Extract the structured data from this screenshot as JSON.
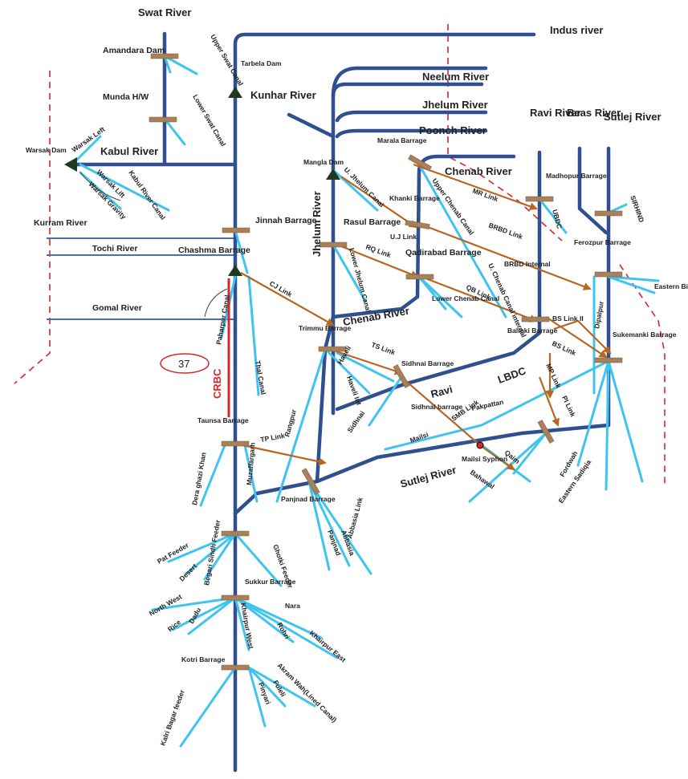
{
  "colors": {
    "river": "#2f4f8f",
    "canal": "#3ec4ee",
    "link": "#b9651f",
    "barrage": "#a8805a",
    "border": "#d8262b",
    "dam": "#1f3a1f"
  },
  "rivers": {
    "indus": "Indus river",
    "swat": "Swat River",
    "kunhar": "Kunhar River",
    "kabul": "Kabul River",
    "kurram": "Kurram River",
    "tochi": "Tochi River",
    "gomal": "Gomal River",
    "neelum": "Neelum River",
    "jhelum": "Jhelum River",
    "poonch": "Poonch River",
    "jhelum_vertical": "Jhelum River",
    "chenab": "Chenab River",
    "chenab_lower": "Chenab River",
    "ravi": "Ravi River",
    "beas": "Beas River",
    "sutlej": "Sutlej River",
    "ravi_lower": "Ravi",
    "sutlej_lower": "Sutlej River"
  },
  "structures": {
    "amandara": "Amandara Dam",
    "munda": "Munda H/W",
    "warsak_dam": "Warsak Dam",
    "tarbela": "Tarbela Dam",
    "jinnah": "Jinnah Barrage",
    "chashma": "Chashma Barrage",
    "mangla": "Mangla Dam",
    "marala": "Marala Barrage",
    "khanki": "Khanki Barrage",
    "rasul": "Rasul Barrage",
    "qadirabad": "Qadirabad Barrage",
    "madhopur": "Madhopur Barrage",
    "ferozpur": "Ferozpur Barrage",
    "trimmu": "Trimmu Barrage",
    "sidhnai": "Sidhnai Barrage",
    "sidhnai_lower": "Sidhnai barrage",
    "balloki": "Balloki Barrage",
    "sukemanki": "Sukemanki Barrage",
    "taunsa": "Taunsa Barrage",
    "panjnad": "Panjnad Barrage",
    "mailsi_syphon": "Mailsi Syphon",
    "sukkur": "Sukkur Barrage",
    "kotri": "Kotri Barrage"
  },
  "canals": {
    "upper_swat": "Upper Swat Canal",
    "lower_swat": "Lower Swat Canal",
    "warsak_left": "Warsak Left",
    "warsak_lift": "Warsak Lift",
    "warsak_gravity": "Warsak Gravity",
    "kabul_river_canal": "Kabul River Canal",
    "paharpur": "Paharpur Canal",
    "thal": "Thal Canal",
    "u_jhelum": "U. Jhelum Canal",
    "lower_jhelum": "Lower Jhelum Canal",
    "upper_chenab": "Upper Chenab Canal",
    "lower_chenab": "Lower Chenab Canal",
    "u_chenab_internal": "U. Chenab Canal internal",
    "ubdc": "UBDC",
    "sirhind": "SIRHIND",
    "eastern_bikanar": "Eastern Bikanar",
    "dipalpur": "Dipalpur",
    "haveli": "Haveli",
    "haveli_int": "Haveli Int",
    "rangpur": "Rangpur",
    "sidhnai_canal": "Sidhnai",
    "lbdc": "LBDC",
    "pakpattan": "Pakpattan",
    "mailsi": "Mailsi",
    "qaim": "Qaim",
    "bahawal": "Bahawal",
    "fordwah": "Fordwah",
    "eastern_sadiqia": "Eastern Sadiqia",
    "dera_ghazi_khan": "Dera ghazi Khan",
    "muzaffargarh": "Muzaffargarh",
    "panjnad_canal": "Panjnad",
    "abbasia": "Abbasia",
    "abbasia_link": "Abbasia Link",
    "pat_feeder": "Pat Feeder",
    "desert": "Desert",
    "begari_sindh": "Begari Sindh Feeder",
    "ghotki": "Ghotki Feeder",
    "north_west": "North West",
    "rice": "Rice",
    "dadu": "Dadu",
    "khairpur_west": "Khairpur West",
    "rohri": "Rohri",
    "nara": "Nara",
    "khairpur_east": "Khairpur East",
    "kalri_baghar": "Kalri Bagar feeder",
    "pinyari": "Pinyari",
    "fuleli": "Fuleli",
    "akram_wah": "Akram Wah(Lined Canal)"
  },
  "links": {
    "cj": "CJ Link",
    "rq": "RQ Link",
    "uj": "U.J Link",
    "mr": "MR Link",
    "brbd": "BRBD Link",
    "brbd_internal": "BRBD Internal",
    "qb": "QB Link",
    "bs2": "BS Link II",
    "bs": "BS Link",
    "ts": "TS Link",
    "mp": "MP Link",
    "pi": "PI Link",
    "smb": "SMB Link",
    "tp": "TP Link"
  },
  "crbc": "CRBC",
  "crbc_number": "37"
}
